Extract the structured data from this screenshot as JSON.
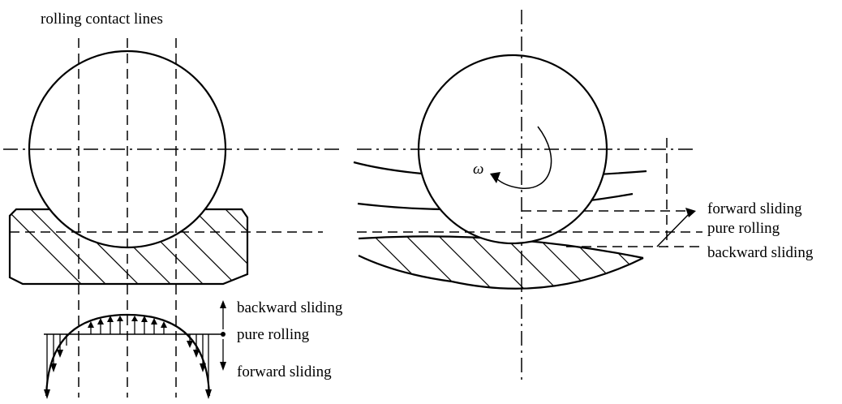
{
  "labels": {
    "rolling_contact_lines": "rolling contact lines",
    "left_backward_sliding": "backward sliding",
    "left_pure_rolling": "pure rolling",
    "left_forward_sliding": "forward sliding",
    "right_forward_sliding": "forward sliding",
    "right_pure_rolling": "pure rolling",
    "right_backward_sliding": "backward sliding",
    "omega": "ω"
  }
}
